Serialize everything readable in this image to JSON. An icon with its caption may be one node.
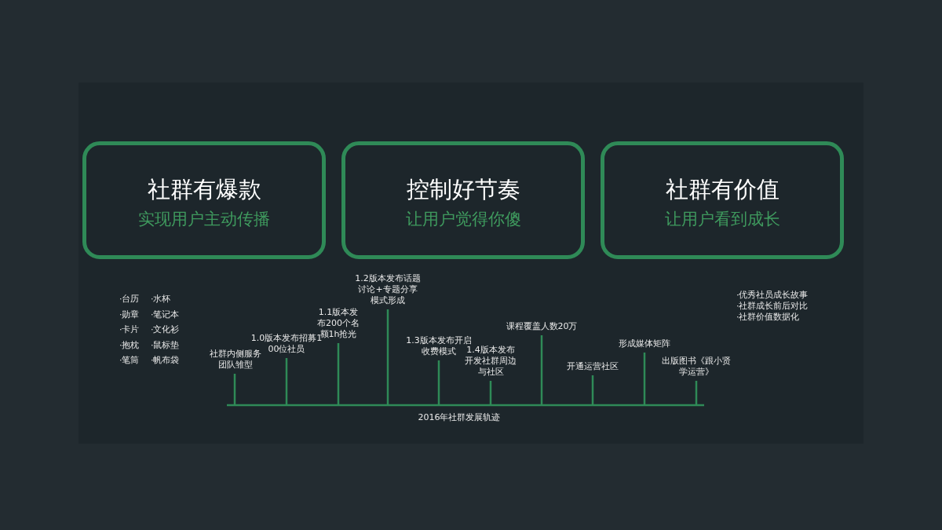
{
  "diagram": {
    "nodes": [
      {
        "text": [
          "社群有爆款",
          "实现用户主动传播"
        ]
      },
      {
        "text": [
          "控制好节奏",
          "让用户觉得你傻"
        ]
      },
      {
        "text": [
          "社群有价值",
          "让用户看到成长"
        ]
      }
    ],
    "labels": [
      "·台历",
      "·水杯",
      "·勋章",
      "·笔记本",
      "·卡片",
      "·文化衫",
      "·抱枕",
      "·鼠标垫",
      "·笔筒",
      "·帆布袋",
      "1.2版本发布话题讨论+专题分享模式形成",
      "1.1版本发布200个名额1h抢光",
      "课程覆盖人数20万",
      "1.0版本发布招募100位社员",
      "1.3版本发布开启收费模式",
      "形成媒体矩阵",
      "社群内侧服务团队雏型",
      "1.4版本发布开发社群周边与社区",
      "开通运营社区",
      "出版图书《跟小贤学运营》",
      "2016年社群发展轨迹",
      "·优秀社员成长故事",
      "·社群成长前后对比",
      "·社群价值数据化"
    ]
  }
}
